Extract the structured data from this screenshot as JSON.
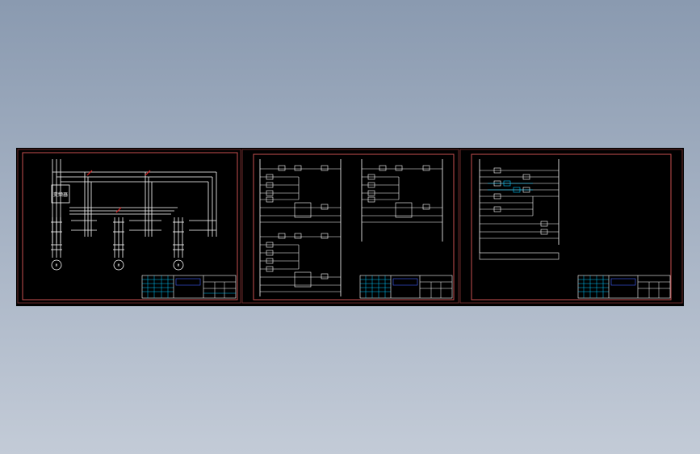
{
  "drawing": {
    "background": "#000000",
    "border_color": "#c85050",
    "line_color": "#ffffff",
    "accent_color": "#00c8ff",
    "highlight_color": "#e02020"
  },
  "sheets": [
    {
      "name": "main-circuit",
      "inverter_label": "变频器",
      "motor_label": "M",
      "title_block": {
        "title_text": "",
        "sheet_text": ""
      }
    },
    {
      "name": "control-ladder-a",
      "title_block": {
        "title_text": "",
        "sheet_text": ""
      }
    },
    {
      "name": "control-ladder-b",
      "title_block": {
        "title_text": "",
        "sheet_text": ""
      }
    }
  ]
}
